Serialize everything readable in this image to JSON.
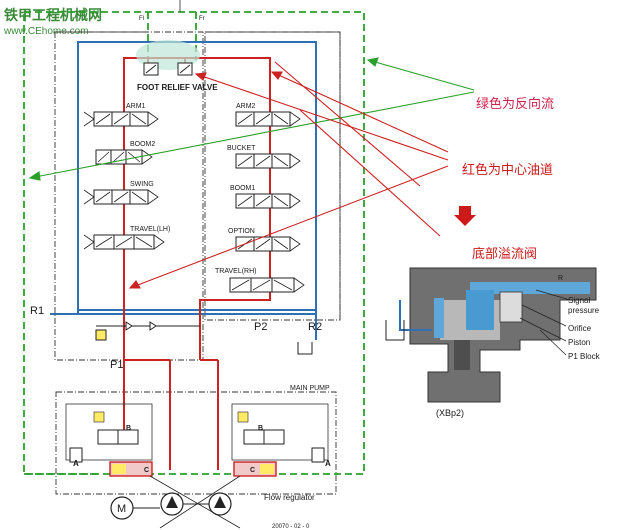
{
  "watermark": {
    "title": "铁甲工程机械网",
    "url": "www.CEhome.com"
  },
  "annotations": {
    "green_note": "绿色为反向流",
    "red_note": "红色为中心油道",
    "bottom_relief": "底部溢流阀"
  },
  "valve_labels": {
    "foot_relief": "FOOT RELIEF VALVE",
    "arm1": "ARM1",
    "boom2": "BOOM2",
    "swing": "SWING",
    "travel_lh": "TRAVEL(LH)",
    "arm2": "ARM2",
    "bucket": "BUCKET",
    "boom1": "BOOM1",
    "option": "OPTION",
    "travel_rh": "TRAVEL(RH)",
    "fl": "Fl",
    "fr": "Fr"
  },
  "ports": {
    "r1": "R1",
    "r2": "R2",
    "p1": "P1",
    "p2": "P2",
    "a_left": "A",
    "a_right": "A",
    "b_left": "B",
    "b_right": "B",
    "c_left": "C",
    "c_right": "C",
    "motor": "M"
  },
  "pump": {
    "main_pump": "MAIN PUMP",
    "flow_regulator": "Flow regulator",
    "part_no": "20070 - 02 - 0"
  },
  "inset": {
    "r_label": "R",
    "signal_pressure": "Signal\npressure",
    "orifice": "Orifice",
    "piston": "Piston",
    "p1_block": "P1 Block",
    "xbp2": "(XBp2)"
  },
  "colors": {
    "green_line": "#2aa02a",
    "red_line": "#cc2222",
    "blue_line": "#2f6fb3",
    "annotation_green": "#d0204a",
    "annotation_red": "#cc1a1a"
  }
}
